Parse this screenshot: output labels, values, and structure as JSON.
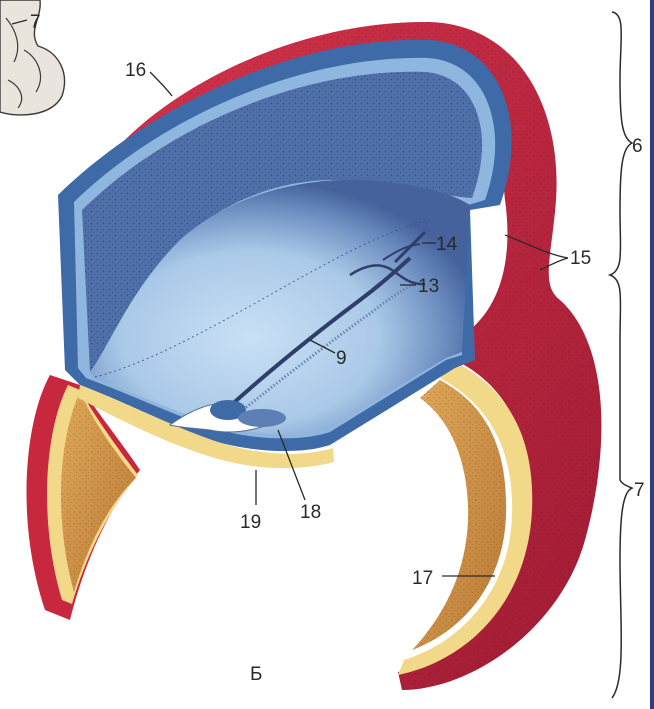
{
  "figure": {
    "panel_letter": "Б",
    "callouts": {
      "label_7_top": "7",
      "label_16": "16",
      "label_6": "6",
      "label_15": "15",
      "label_14": "14",
      "label_13": "13",
      "label_9": "9",
      "label_7_right": "7",
      "label_19": "19",
      "label_18": "18",
      "label_17": "17"
    }
  },
  "colors": {
    "outer_wall": "#c8283e",
    "outer_wall_dark": "#9a1830",
    "inner_blue": "#9ec6e8",
    "blue_border": "#3e6aa8",
    "cavity_dark": "#5d7fb4",
    "yellow_rim": "#f2d98a",
    "orange_inner": "#d69a4a",
    "accent_bar": "#2b3a8c"
  }
}
